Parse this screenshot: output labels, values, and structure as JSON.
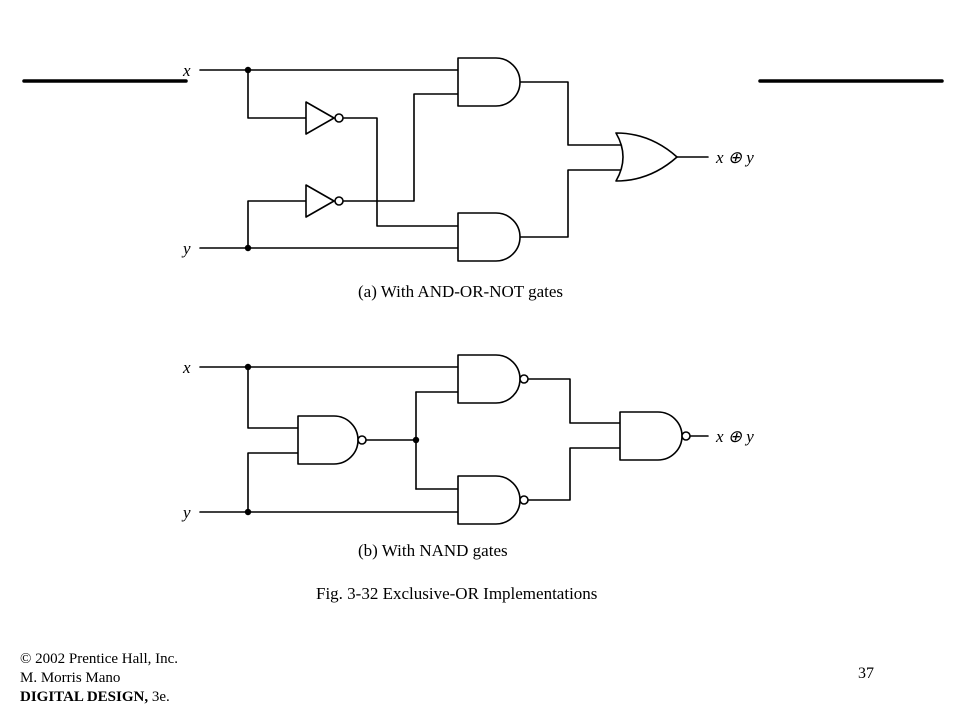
{
  "diagram_a": {
    "label_x": "x",
    "label_y": "y",
    "output_label": "x ⊕ y",
    "caption": "(a) With AND-OR-NOT gates"
  },
  "diagram_b": {
    "label_x": "x",
    "label_y": "y",
    "output_label": "x ⊕ y",
    "caption": "(b) With NAND gates"
  },
  "figure_title": "Fig. 3-32  Exclusive-OR Implementations",
  "footer": {
    "line1": "© 2002 Prentice Hall, Inc.",
    "line2": "M. Morris Mano",
    "line3_bold": "DIGITAL DESIGN,",
    "line3_rest": " 3e."
  },
  "page_number": "37"
}
